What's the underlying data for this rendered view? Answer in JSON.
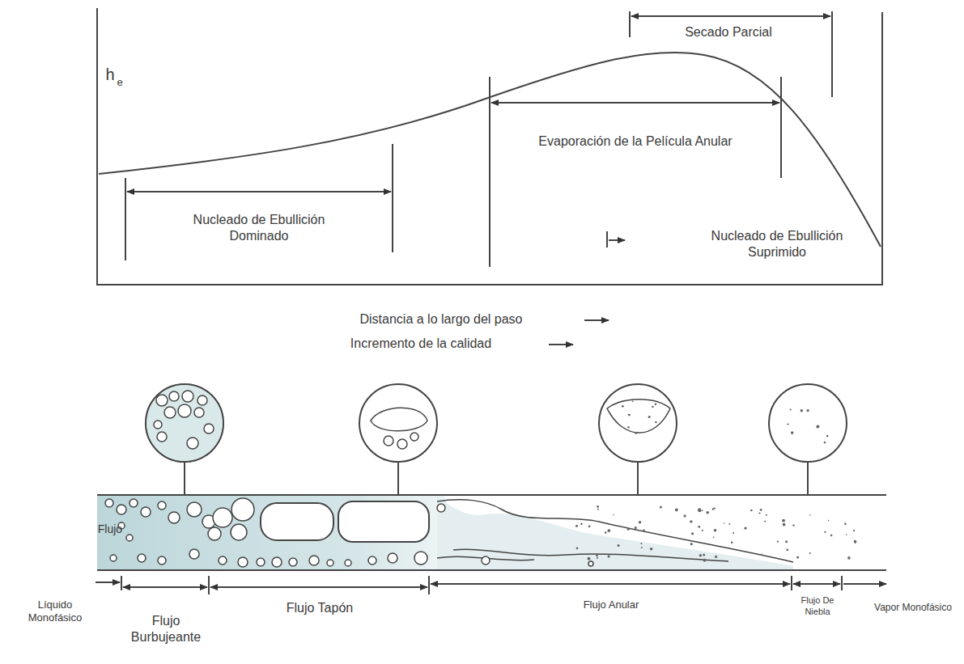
{
  "diagram": {
    "labels": [
      "h",
      "e",
      "Secado Parcial",
      "Evaporación de la Película Anular",
      "Nucleado de Ebullición Dominado",
      "Nucleado de Ebullición Suprimido",
      "Distancia a lo largo del paso",
      "Incremento de la calidad",
      "Flujo",
      "Líquido Monofásico",
      "Flujo Burbujeante",
      "Flujo Tapón",
      "Flujo Anular",
      "Flujo De Niebla",
      "Vapor Monofásico"
    ]
  }
}
